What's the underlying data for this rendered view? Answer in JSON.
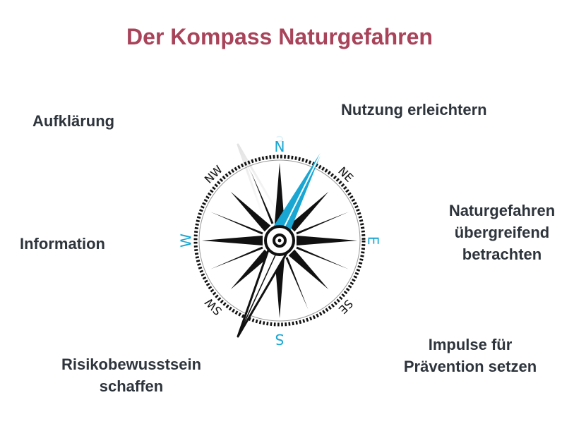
{
  "title": "Der Kompass Naturgefahren",
  "labels": {
    "aufklaerung": "Aufklärung",
    "nutzung": "Nutzung erleichtern",
    "naturgefahren": [
      "Naturgefahren",
      "übergreifend",
      "betrachten"
    ],
    "information": "Information",
    "impulse": [
      "Impulse für",
      "Prävention setzen"
    ],
    "risiko": [
      "Risikobewusstsein",
      "schaffen"
    ]
  },
  "compass": {
    "cardinal": {
      "n": "N",
      "e": "E",
      "s": "S",
      "w": "W"
    },
    "intercardinal": {
      "ne": "NE",
      "se": "SE",
      "sw": "SW",
      "nw": "NW"
    },
    "colors": {
      "accent": "#1aa6d2",
      "ink": "#111111"
    }
  }
}
